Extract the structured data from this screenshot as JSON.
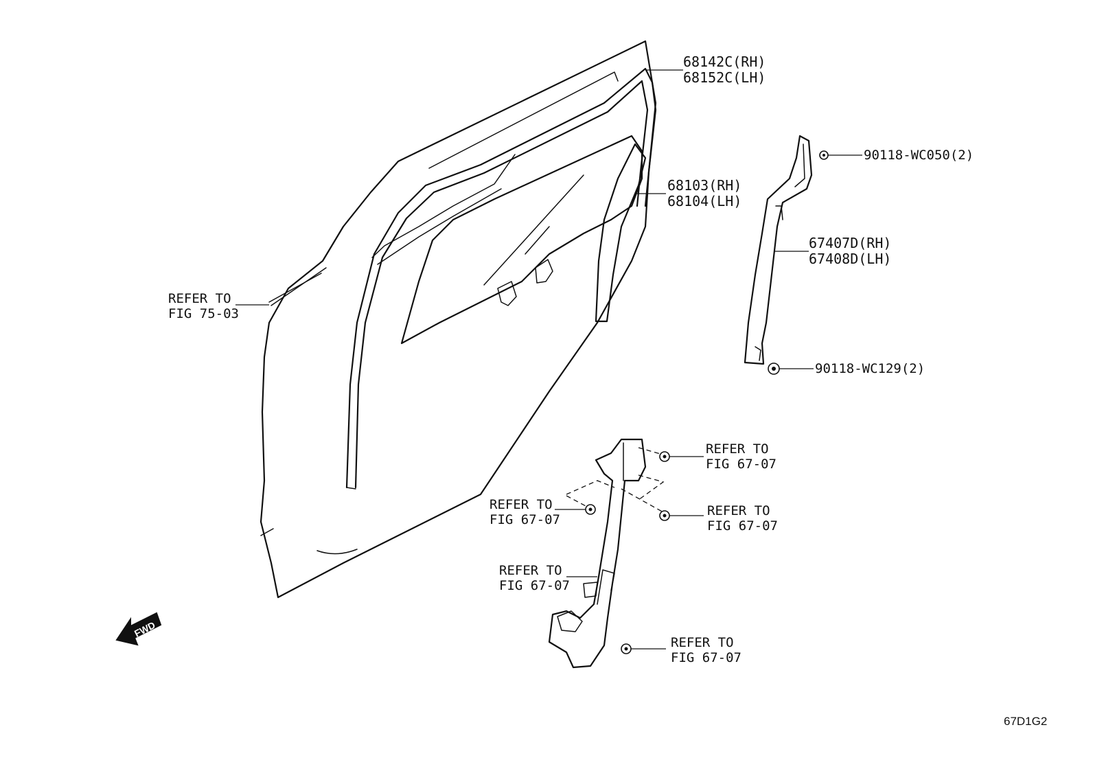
{
  "diagram": {
    "figure_code": "67D1G2",
    "fwd_label": "FWD",
    "callouts": {
      "door_frame_molding": {
        "line1": "68142C(RH)",
        "line2": "68152C(LH)"
      },
      "door_glass_run": {
        "line1": "68103(RH)",
        "line2": "68104(LH)"
      },
      "pillar_garnish": {
        "line1": "67407D(RH)",
        "line2": "67408D(LH)"
      },
      "clip_upper": {
        "line1": "90118-WC050(2)"
      },
      "clip_lower": {
        "line1": "90118-WC129(2)"
      },
      "refer_belt": {
        "line1": "REFER TO",
        "line2": "FIG 75-03"
      },
      "refer_bolt_top": {
        "line1": "REFER TO",
        "line2": "FIG 67-07"
      },
      "refer_bolt_right": {
        "line1": "REFER TO",
        "line2": "FIG 67-07"
      },
      "refer_bolt_left": {
        "line1": "REFER TO",
        "line2": "FIG 67-07"
      },
      "refer_regulator": {
        "line1": "REFER TO",
        "line2": "FIG 67-07"
      },
      "refer_bolt_bottom": {
        "line1": "REFER TO",
        "line2": "FIG 67-07"
      }
    }
  }
}
